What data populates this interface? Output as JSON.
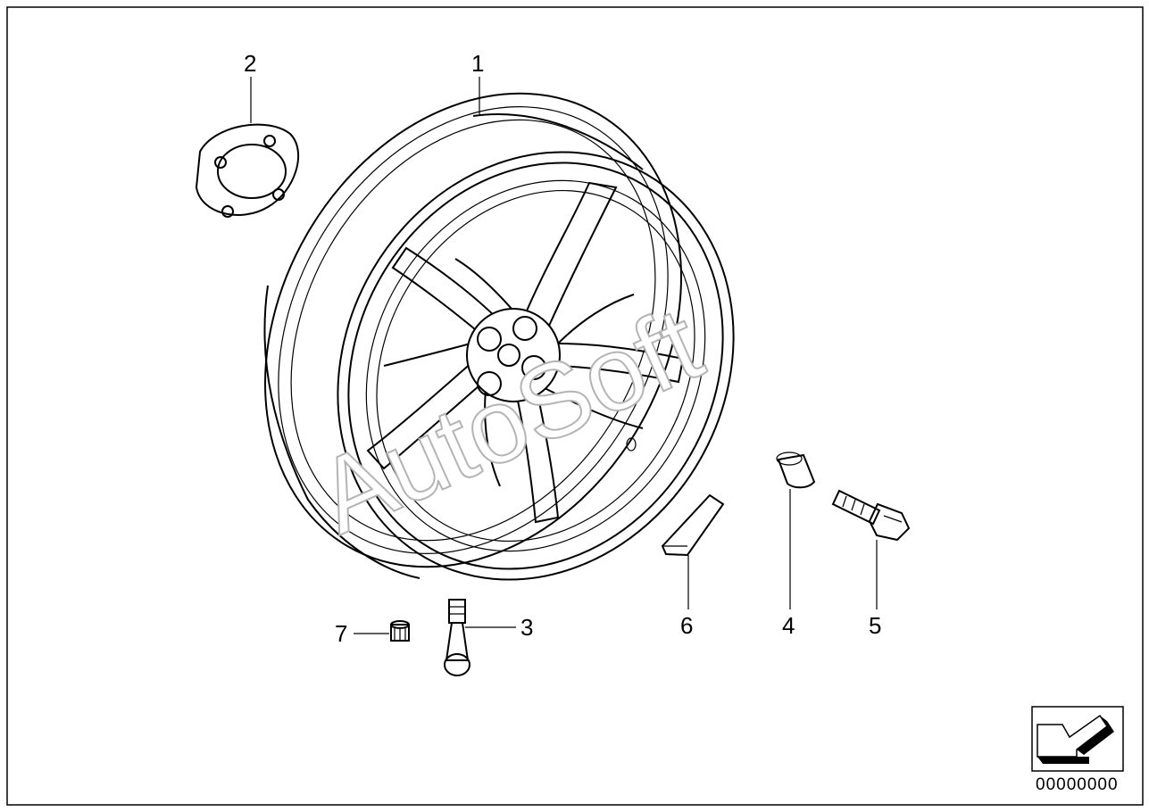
{
  "diagram": {
    "watermark": "AutoSoft",
    "reference_number": "00000000",
    "callouts": [
      {
        "id": "1",
        "label": "1"
      },
      {
        "id": "2",
        "label": "2"
      },
      {
        "id": "3",
        "label": "3"
      },
      {
        "id": "4",
        "label": "4"
      },
      {
        "id": "5",
        "label": "5"
      },
      {
        "id": "6",
        "label": "6"
      },
      {
        "id": "7",
        "label": "7"
      }
    ],
    "icons": {
      "corner": "arrow-back-icon"
    },
    "colors": {
      "line": "#000000",
      "watermark_outline": "#b4b4b4",
      "background": "#ffffff"
    }
  }
}
